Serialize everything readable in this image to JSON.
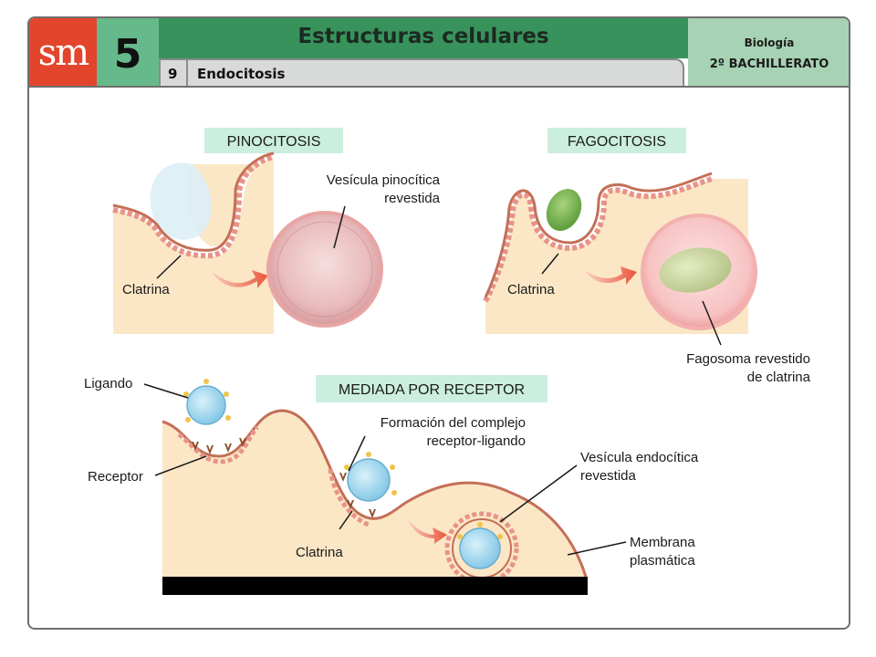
{
  "header": {
    "logo_text": "sm",
    "unit_number": "5",
    "title": "Estructuras celulares",
    "section_number": "9",
    "section_title": "Endocitosis",
    "subject": "Biología",
    "level": "2º BACHILLERATO"
  },
  "panels": {
    "pinocitosis": {
      "title": "PINOCITOSIS",
      "vesicle_label_line1": "Vesícula pinocítica",
      "vesicle_label_line2": "revestida",
      "clathrin_label": "Clatrina"
    },
    "fagocitosis": {
      "title": "FAGOCITOSIS",
      "clathrin_label": "Clatrina",
      "phagosome_label_line1": "Fagosoma revestido",
      "phagosome_label_line2": "de clatrina"
    },
    "receptor": {
      "title": "MEDIADA POR RECEPTOR",
      "ligand_label": "Ligando",
      "receptor_label": "Receptor",
      "complex_label_line1": "Formación del complejo",
      "complex_label_line2": "receptor-ligando",
      "vesicle_label_line1": "Vesícula endocítica",
      "vesicle_label_line2": "revestida",
      "clathrin_label": "Clatrina",
      "membrane_label_line1": "Membrana",
      "membrane_label_line2": "plasmática"
    }
  },
  "colors": {
    "header_green": "#37935b",
    "logo_red": "#e2452b",
    "membrane": "#c46f57",
    "cytoplasm": "#fbe7c6",
    "label_box": "#cbeede",
    "arrow": "#e9553a"
  }
}
